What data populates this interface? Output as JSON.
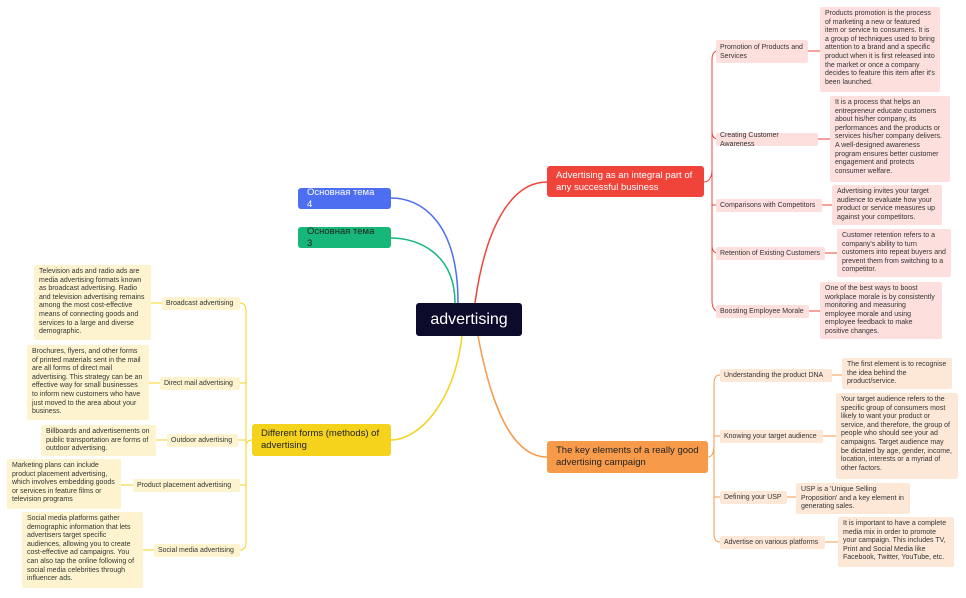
{
  "center": "advertising",
  "topics": {
    "red": "Advertising as an integral part of any successful business",
    "orange": "The key elements of a really good advertising campaign",
    "yellow": "Different forms (methods) of advertising",
    "blue": "Основная тема 4",
    "green": "Основная тема 3"
  },
  "red_items": [
    {
      "label": "Promotion of Products and Services",
      "desc": "Products promotion is the process of marketing a new or featured item or service to consumers. It is a group of techniques used to bring attention to a brand and a specific product when it is first released into the market or once a company decides to feature this item after it's been launched."
    },
    {
      "label": "Creating Customer Awareness",
      "desc": "It is a process that helps an entrepreneur educate customers about his/her company, its performances and the products or services his/her company delivers. A well-designed awareness program ensures better customer engagement and protects consumer welfare."
    },
    {
      "label": "Comparisons with Competitors",
      "desc": "Advertising invites your target audience to evaluate how your product or service measures up against your competitors."
    },
    {
      "label": "Retention of Existing Customers",
      "desc": "Customer retention refers to a company's ability to turn customers into repeat buyers and prevent them from switching to a competitor."
    },
    {
      "label": "Boosting Employee Morale",
      "desc": "One of the best ways to boost workplace morale is by consistently monitoring and measuring employee morale and using employee feedback to make positive changes."
    }
  ],
  "orange_items": [
    {
      "label": "Understanding the product DNA",
      "desc": "The first element is to recognise the idea behind the product/service."
    },
    {
      "label": "Knowing your target audience",
      "desc": "Your target audience refers to the specific group of consumers most likely to want your product or service, and therefore, the group of people who should see your ad campaigns. Target audience may be dictated by age, gender, income, location, interests or a myriad of other factors."
    },
    {
      "label": "Defining your USP",
      "desc": "USP is a 'Unique Selling Proposition' and a key element in generating sales."
    },
    {
      "label": "Advertise on various platforms",
      "desc": "It is important to have a complete media mix in order to promote your campaign. This includes TV, Print and Social Media like Facebook, Twitter, YouTube, etc."
    }
  ],
  "yellow_items": [
    {
      "label": "Broadcast advertising",
      "desc": "Television ads and radio ads are media advertising formats known as broadcast advertising. Radio and television advertising remains among the most cost-effective means of connecting goods and services to a large and diverse demographic."
    },
    {
      "label": "Direct mail advertising",
      "desc": "Brochures, flyers, and other forms of printed materials sent in the mail are all forms of direct mail advertising. This strategy can be an effective way for small businesses to inform new customers who have just moved to the area about your business."
    },
    {
      "label": "Outdoor advertising",
      "desc": "Billboards and advertisements on public transportation are forms of outdoor advertising."
    },
    {
      "label": "Product placement advertising",
      "desc": "Marketing plans can include product placement advertising, which involves embedding goods or services in feature films or television programs"
    },
    {
      "label": "Social media advertising",
      "desc": "Social media platforms gather demographic information that lets advertisers target specific audiences, allowing you to create cost-effective ad campaigns. You can also tap the online following of social media celebrities through influencer ads."
    }
  ],
  "colors": {
    "center": "#0d0b2c",
    "red": "#f0443a",
    "orange": "#f79a4a",
    "yellow": "#f5d21b",
    "blue": "#4d6ef0",
    "green": "#17b779"
  }
}
